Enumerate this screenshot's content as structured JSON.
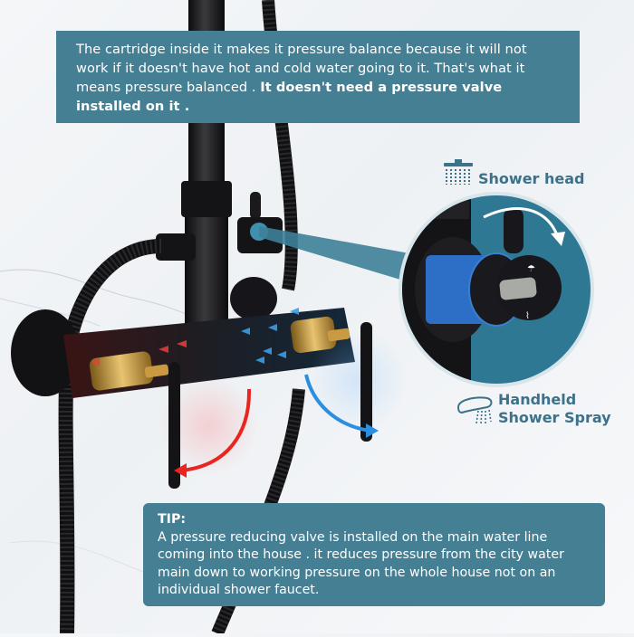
{
  "top_note": {
    "text_regular": "The cartridge inside it makes it pressure balance because it will not work if it doesn't have hot and cold water going to it. That's what it means pressure balanced . ",
    "text_bold": "It doesn't need a pressure valve installed on it ."
  },
  "labels": {
    "shower_head": "Shower head",
    "handheld_line1": "Handheld",
    "handheld_line2": "Shower Spray"
  },
  "tip": {
    "title": "TIP:",
    "body": "A pressure reducing valve is installed on the main water line coming into the house . it reduces pressure from the city water main down to working pressure on the whole house not on an individual shower faucet."
  },
  "colors": {
    "box_bg": "#457f93",
    "label_text": "#3c7189",
    "hot_arrow": "#e8261f",
    "cold_arrow": "#2a8fe0",
    "fixture": "#1a1a1c"
  }
}
